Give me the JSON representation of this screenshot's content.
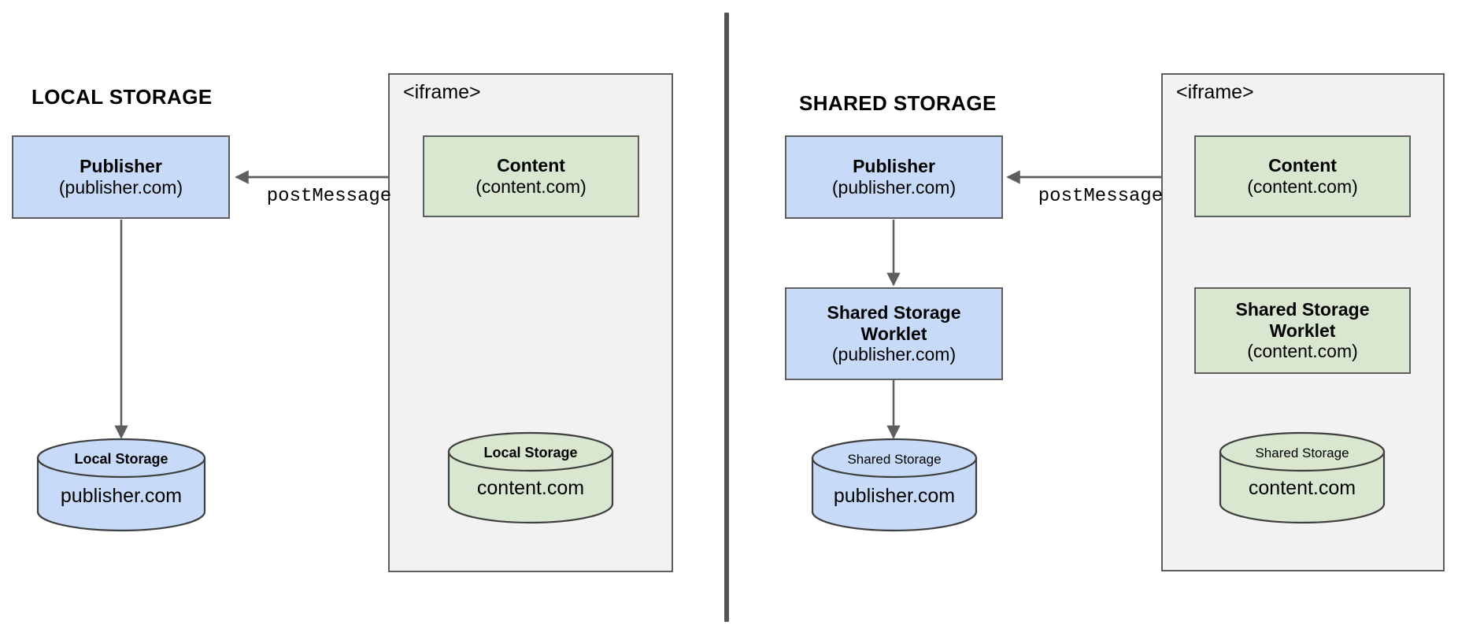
{
  "diagram": {
    "title_left": "LOCAL STORAGE",
    "title_right": "SHARED STORAGE",
    "colors": {
      "publisher_fill": "#c7dbf8",
      "content_fill": "#d9e7d0",
      "iframe_fill": "#f2f2f2",
      "stroke": "#5e5e5e",
      "divider": "#545454"
    }
  },
  "left": {
    "title": "LOCAL STORAGE",
    "iframe_label": "<iframe>",
    "publisher": {
      "name": "Publisher",
      "origin": "(publisher.com)"
    },
    "content": {
      "name": "Content",
      "origin": "(content.com)"
    },
    "edge_label": "postMessage",
    "publisher_storage": {
      "label": "Local Storage",
      "origin": "publisher.com"
    },
    "content_storage": {
      "label": "Local Storage",
      "origin": "content.com"
    }
  },
  "right": {
    "title": "SHARED STORAGE",
    "iframe_label": "<iframe>",
    "publisher": {
      "name": "Publisher",
      "origin": "(publisher.com)"
    },
    "content": {
      "name": "Content",
      "origin": "(content.com)"
    },
    "edge_label": "postMessage",
    "publisher_worklet": {
      "name_line1": "Shared Storage",
      "name_line2": "Worklet",
      "origin": "(publisher.com)"
    },
    "content_worklet": {
      "name_line1": "Shared Storage",
      "name_line2": "Worklet",
      "origin": "(content.com)"
    },
    "publisher_storage": {
      "label": "Shared Storage",
      "origin": "publisher.com"
    },
    "content_storage": {
      "label": "Shared Storage",
      "origin": "content.com"
    }
  }
}
